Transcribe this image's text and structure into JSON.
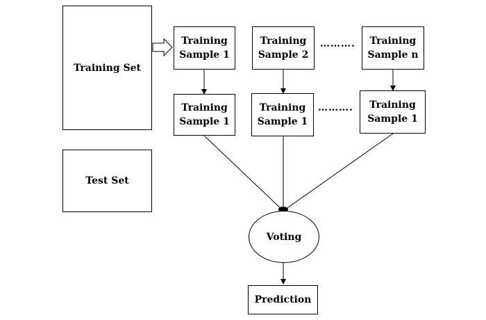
{
  "diagram": {
    "training_set": "Training Set",
    "test_set": "Test Set",
    "samples_row1": [
      "Training\nSample 1",
      "Training\nSample 2",
      "Training\nSample n"
    ],
    "samples_row2": [
      "Training\nSample 1",
      "Training\nSample 1",
      "Training\nSample 1"
    ],
    "ellipsis": "……….",
    "voting": "Voting",
    "prediction": "Prediction"
  }
}
